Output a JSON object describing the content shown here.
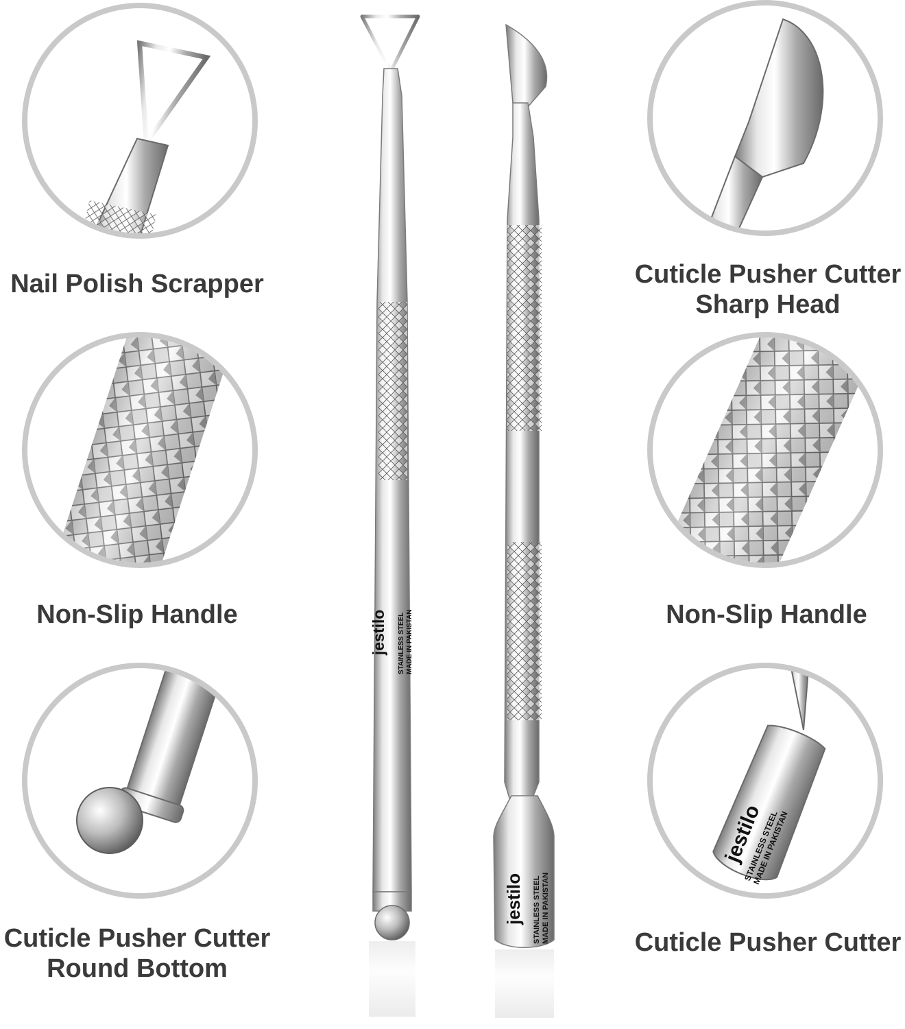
{
  "product": {
    "brand": "jestilo",
    "material_line": "STAINLESS STEEL",
    "origin_line": "MADE IN PAKISTAN"
  },
  "features_left": [
    {
      "caption_line1": "Nail Polish Scrapper",
      "icon": "triangle-scraper-icon"
    },
    {
      "caption_line1": "Non-Slip Handle",
      "icon": "knurled-grip-icon"
    },
    {
      "caption_line1": "Cuticle Pusher Cutter",
      "caption_line2": "Round Bottom",
      "icon": "ball-end-icon"
    }
  ],
  "features_right": [
    {
      "caption_line1": "Cuticle Pusher Cutter",
      "caption_line2": "Sharp Head",
      "icon": "blade-head-icon"
    },
    {
      "caption_line1": "Non-Slip Handle",
      "icon": "knurled-grip-icon"
    },
    {
      "caption_line1": "Cuticle Pusher Cutter",
      "icon": "spoon-pusher-icon"
    }
  ],
  "colors": {
    "steel_light": "#f2f2f2",
    "steel_mid": "#b8b8b8",
    "steel_dark": "#6e6e6e",
    "circle_border": "#c9c9c9",
    "caption_text": "#3a3a3a"
  }
}
